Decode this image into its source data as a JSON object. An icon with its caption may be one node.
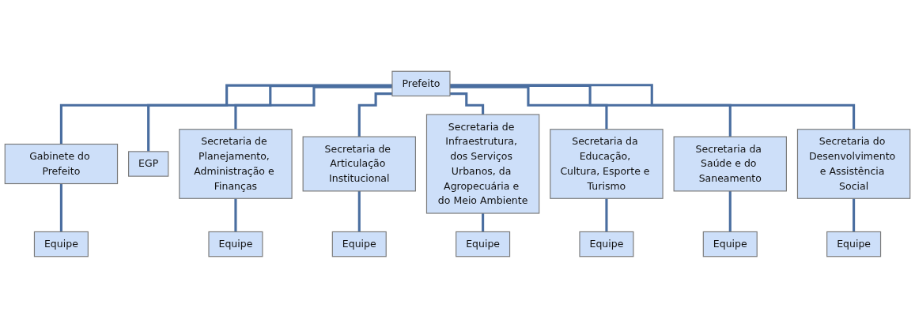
{
  "diagram": {
    "nodes": [
      {
        "text": [
          "Prefeito"
        ]
      },
      {
        "text": [
          "Gabinete do Prefeito"
        ]
      },
      {
        "text": [
          "EGP"
        ]
      },
      {
        "text": [
          "Equipe"
        ]
      },
      {
        "text": [
          "Secretaria de Planejamento, Administração e Finanças"
        ]
      },
      {
        "text": [
          "Secretaria de Articulação Institucional"
        ]
      },
      {
        "text": [
          "Secretaria de Infraestrutura, dos Serviços Urbanos, da Agropecuária e do Meio Ambiente"
        ]
      },
      {
        "text": [
          "Secretaria da Educação, Cultura, Esporte e Turismo"
        ]
      },
      {
        "text": [
          "Secretaria da Saúde e do Saneamento"
        ]
      },
      {
        "text": [
          "Secretaria do Desenvolvimento e Assistência Social"
        ]
      },
      {
        "text": [
          "Equipe"
        ]
      },
      {
        "text": [
          "Equipe"
        ]
      },
      {
        "text": [
          "Equipe"
        ]
      },
      {
        "text": [
          "Equipe"
        ]
      },
      {
        "text": [
          "Equipe"
        ]
      },
      {
        "text": [
          "Equipe"
        ]
      }
    ],
    "edges": [
      {
        "from": 0,
        "to": 1,
        "arrow": "none"
      },
      {
        "from": 0,
        "to": 2,
        "arrow": "none"
      },
      {
        "from": 1,
        "to": 3,
        "arrow": "none"
      },
      {
        "from": 0,
        "to": 4,
        "arrow": "none"
      },
      {
        "from": 0,
        "to": 5,
        "arrow": "none"
      },
      {
        "from": 0,
        "to": 6,
        "arrow": "none"
      },
      {
        "from": 0,
        "to": 7,
        "arrow": "none"
      },
      {
        "from": 0,
        "to": 8,
        "arrow": "none"
      },
      {
        "from": 0,
        "to": 9,
        "arrow": "none"
      },
      {
        "from": 4,
        "to": 10,
        "arrow": "none"
      },
      {
        "from": 5,
        "to": 11,
        "arrow": "none"
      },
      {
        "from": 6,
        "to": 12,
        "arrow": "none"
      },
      {
        "from": 7,
        "to": 13,
        "arrow": "none"
      },
      {
        "from": 8,
        "to": 14,
        "arrow": "none"
      },
      {
        "from": 9,
        "to": 15,
        "arrow": "none"
      }
    ]
  }
}
